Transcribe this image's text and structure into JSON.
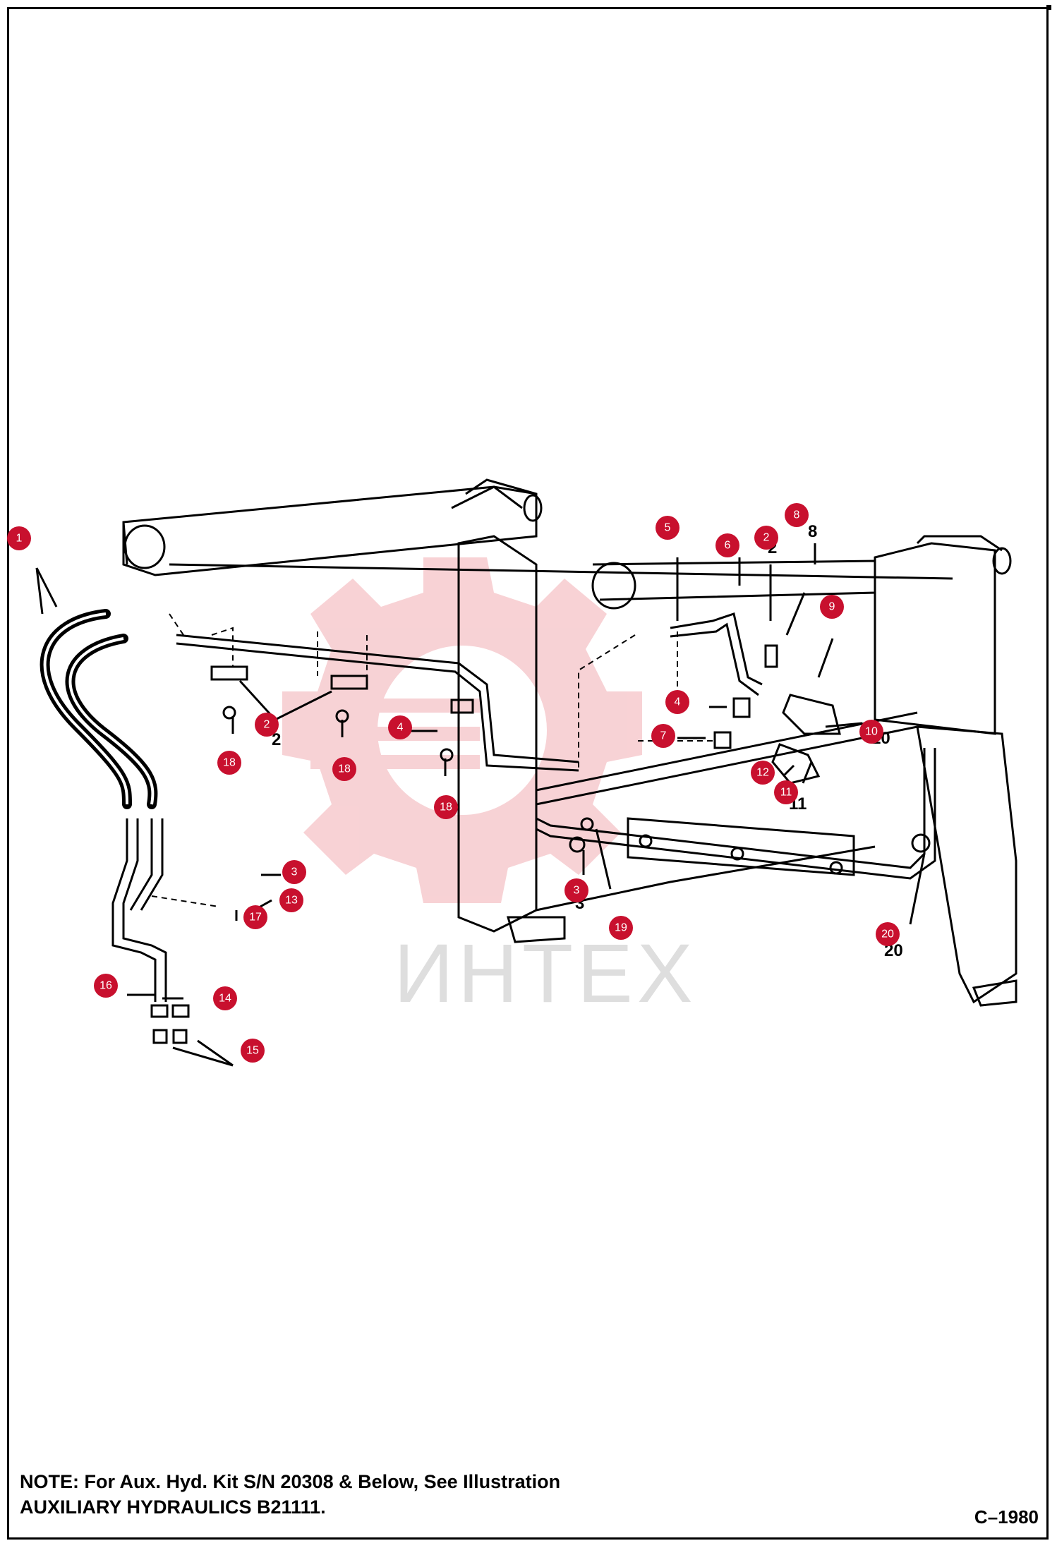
{
  "watermark": {
    "text": "ИНТЕХ"
  },
  "callouts": [
    "1",
    "2",
    "2",
    "3",
    "3",
    "4",
    "4",
    "5",
    "6",
    "7",
    "8",
    "9",
    "10",
    "11",
    "12",
    "13",
    "14",
    "15",
    "16",
    "17",
    "18",
    "18",
    "18",
    "19",
    "20"
  ],
  "note": {
    "line1": "NOTE: For Aux. Hyd. Kit S/N 20308 & Below, See Illustration",
    "line2": "AUXILIARY HYDRAULICS B21111."
  },
  "drawing_number": "C–1980",
  "colors": {
    "callout": "#c8102e",
    "watermark_gear": "#f2b3b8",
    "line": "#000000"
  }
}
